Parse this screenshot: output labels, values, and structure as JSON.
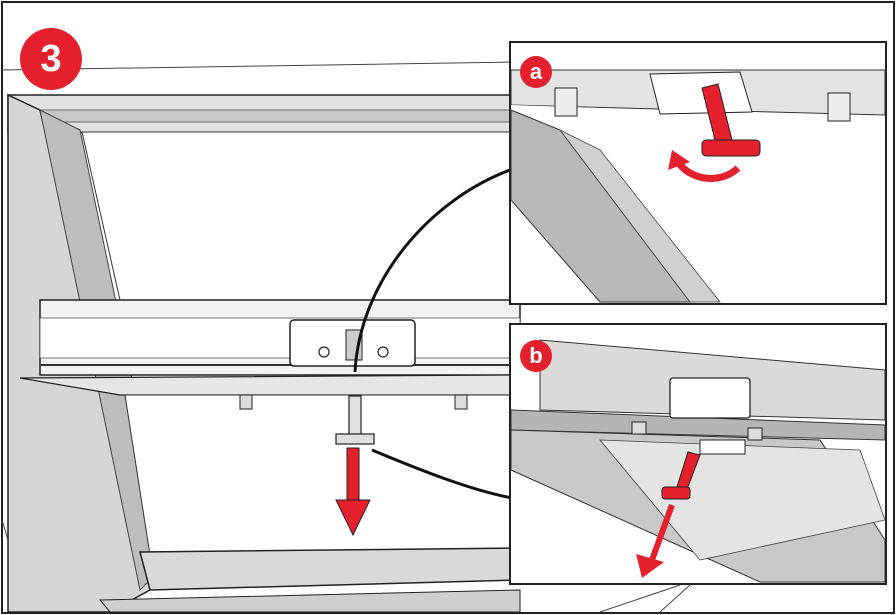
{
  "step_number": "3",
  "detail_a_label": "a",
  "detail_b_label": "b",
  "colors": {
    "accent_red": "#e5202d",
    "outline": "#222222",
    "frame_fill": "#dcdcdc",
    "frame_dark": "#9a9a9a",
    "inset_bg": "#e9e9e9"
  },
  "icons": {
    "rotate_arrow": "curved-rotate-arrow",
    "pull_arrow": "down-arrow"
  }
}
